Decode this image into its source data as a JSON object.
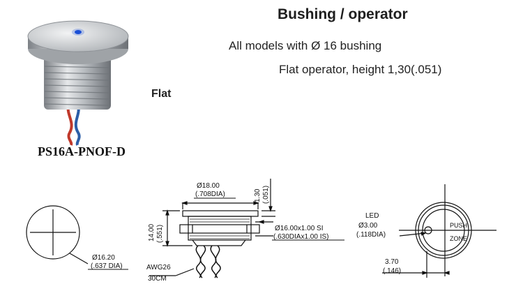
{
  "header": {
    "title": "Bushing / operator",
    "line1": "All models with Ø 16 bushing",
    "line2": "Flat operator, height 1,30(.051)",
    "variant": "Flat"
  },
  "product": {
    "model": "PS16A-PNOF-D"
  },
  "front_view": {
    "dia": "Ø16.20",
    "dia_in": "(.637 DIA)"
  },
  "side_view": {
    "top_dia": "Ø18.00",
    "top_dia_in": "(.708DIA)",
    "head_h": "1.30",
    "head_h_in": "(.051)",
    "height": "14.00",
    "height_in": "(.551)",
    "thread": "Ø16.00x1.00 SI",
    "thread_in": "(.630DIAx1.00 IS)",
    "wire": "AWG26",
    "wire_len": "30CM"
  },
  "top_view": {
    "led": "LED",
    "led_dia": "Ø3.00",
    "led_dia_in": "(.118DIA)",
    "push": "PUSH",
    "zone": "ZONE",
    "offset": "3.70",
    "offset_in": "(.146)"
  },
  "colors": {
    "led": "#1a4fd6",
    "steel": "#c9ccd0",
    "wire_red": "#c0392b",
    "wire_blue": "#2c5ea8"
  }
}
